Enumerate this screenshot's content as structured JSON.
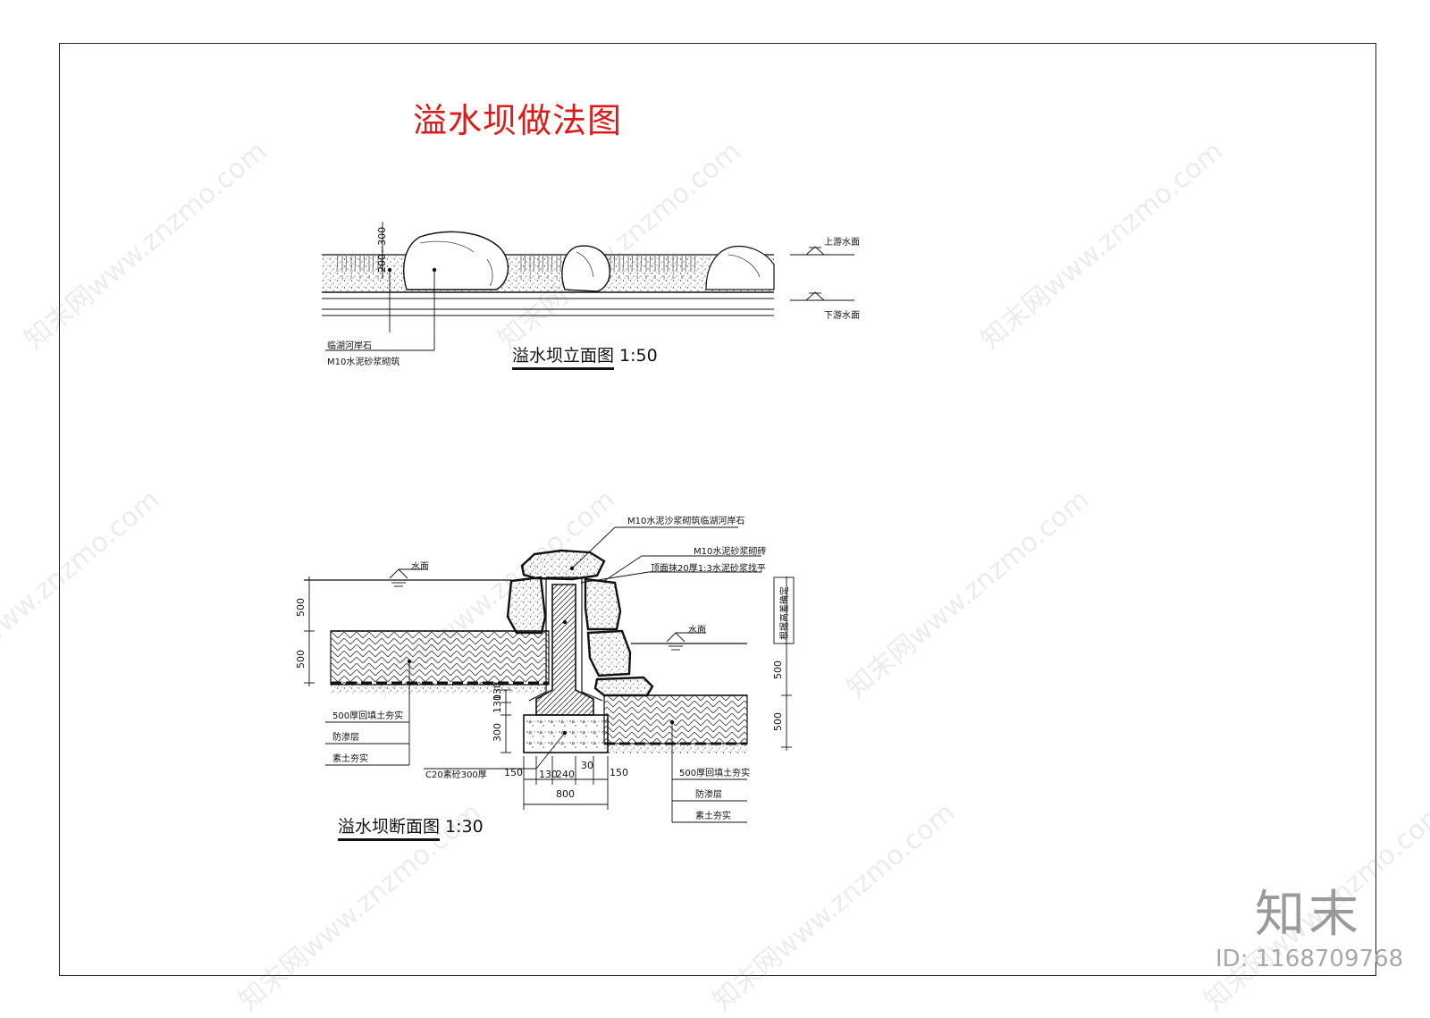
{
  "title": "溢水坝做法图",
  "elevation": {
    "caption": "溢水坝立面图",
    "scale": "1:50",
    "dim_height": "200~300",
    "label_upper": "上游水面",
    "label_lower": "下游水面",
    "note_1": "临湖河岸石",
    "note_2": "M10水泥砂浆砌筑"
  },
  "section": {
    "caption": "溢水坝断面图",
    "scale": "1:30",
    "note_top_1": "M10水泥沙浆砌筑临湖河岸石",
    "note_top_2": "M10水泥砂浆砌砖",
    "note_top_3": "顶面抹20厚1:3水泥砂浆找平",
    "water_left": "水面",
    "water_right": "水面",
    "vertical_note": "根据高差确定",
    "dims_left": [
      "500",
      "500"
    ],
    "dims_right": [
      "500",
      "500"
    ],
    "dims_stack": [
      "300",
      "130",
      "130"
    ],
    "left_layers": [
      "500厚回填土夯实",
      "防渗层",
      "素土夯实"
    ],
    "right_layers": [
      "500厚回填土夯实",
      "防渗层",
      "素土夯实"
    ],
    "footing_note": "C20素砼300厚",
    "dims_bottom": [
      "150",
      "130",
      "240",
      "30",
      "150"
    ],
    "dim_total": "800"
  },
  "watermark": "知末网www.znzmo.com",
  "brand": "知末",
  "id_text": "ID: 1168709768"
}
